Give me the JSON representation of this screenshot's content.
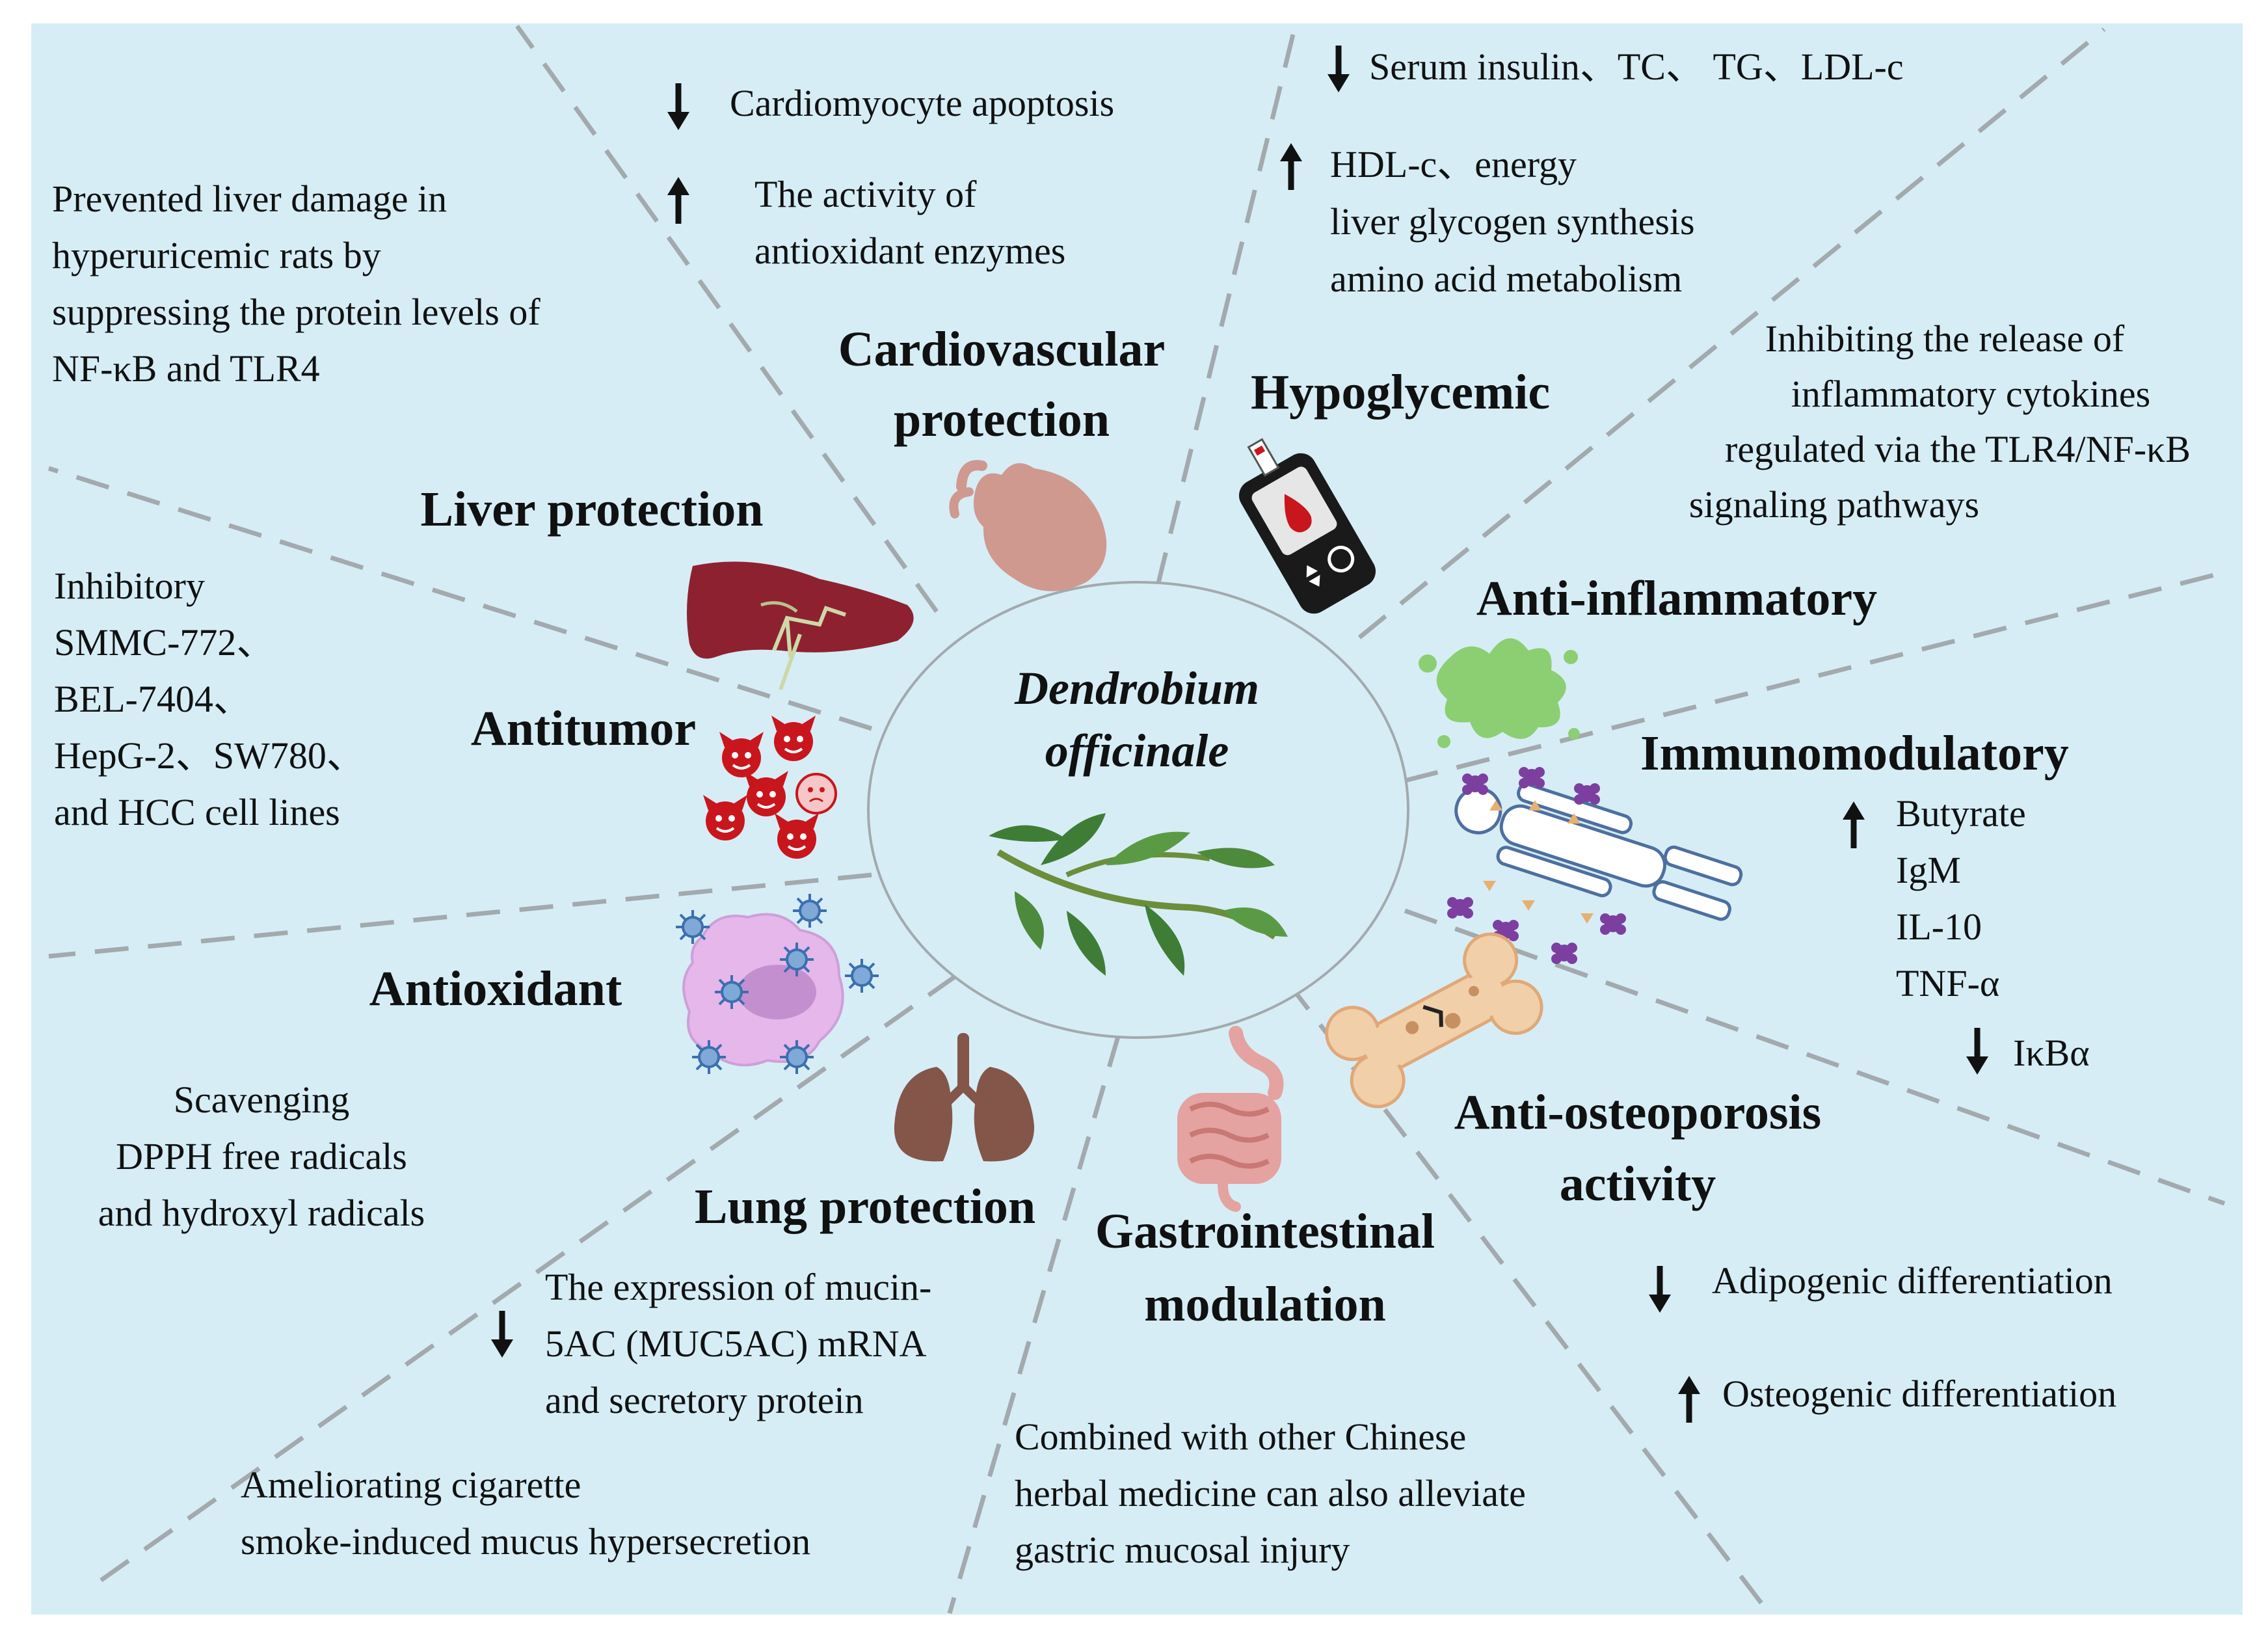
{
  "center": {
    "title_line1": "Dendrobium",
    "title_line2": "officinale"
  },
  "sections": {
    "cardiovascular": {
      "heading_line1": "Cardiovascular",
      "heading_line2": "protection",
      "item1": "Cardiomyocyte apoptosis",
      "item2_line1": "The activity of",
      "item2_line2": "antioxidant enzymes"
    },
    "hypoglycemic": {
      "heading": "Hypoglycemic",
      "item1": "Serum insulin、TC、 TG、LDL-c",
      "item2_line1": "HDL-c、energy",
      "item2_line2": "liver glycogen synthesis",
      "item2_line3": "amino acid metabolism"
    },
    "anti_inflammatory": {
      "heading": "Anti-inflammatory",
      "text_line1": "Inhibiting the release of",
      "text_line2": "inflammatory cytokines",
      "text_line3": "regulated via the TLR4/NF-κB",
      "text_line4": "signaling pathways"
    },
    "immunomodulatory": {
      "heading": "Immunomodulatory",
      "up_items": [
        "Butyrate",
        "IgM",
        "IL-10",
        "TNF-α"
      ],
      "down_item": "IκBα"
    },
    "anti_osteoporosis": {
      "heading_line1": "Anti-osteoporosis",
      "heading_line2": "activity",
      "item1": "Adipogenic differentiation",
      "item2": "Osteogenic differentiation"
    },
    "gastrointestinal": {
      "heading_line1": "Gastrointestinal",
      "heading_line2": "modulation",
      "text_line1": "Combined with other Chinese",
      "text_line2": "herbal medicine can also alleviate",
      "text_line3": "gastric mucosal injury"
    },
    "lung": {
      "heading": "Lung protection",
      "item1_line1": "The expression of mucin-",
      "item1_line2": "5AC (MUC5AC) mRNA",
      "item1_line3": "and secretory protein",
      "text_line1": "Ameliorating cigarette",
      "text_line2": "smoke-induced mucus hypersecretion"
    },
    "antioxidant": {
      "heading": "Antioxidant",
      "text_line1": "Scavenging",
      "text_line2": "DPPH free radicals",
      "text_line3": "and hydroxyl radicals"
    },
    "antitumor": {
      "heading": "Antitumor",
      "text_line1": "Inhibitory",
      "text_line2": "SMMC-772、",
      "text_line3": "BEL-7404、",
      "text_line4": "HepG-2、SW780、",
      "text_line5": "and HCC cell lines"
    },
    "liver": {
      "heading": "Liver protection",
      "text_line1": "Prevented liver damage in",
      "text_line2": "hyperuricemic rats by",
      "text_line3": "suppressing the protein levels of",
      "text_line4": "NF-κB and TLR4"
    }
  },
  "colors": {
    "background": "#d6edf6",
    "spoke": "#a3a9ad",
    "heart": "#cf9990",
    "liver": "#8e2130",
    "tumor": "#c8161c",
    "splat": "#8ccf72",
    "virus": "#7c3fa0",
    "lung": "#835649",
    "intestine": "#e4a3a0",
    "bone": "#f1cfa8",
    "leaf": "#3f7d37"
  },
  "icons": [
    "heart-icon",
    "glucose-meter-icon",
    "inflammation-splat-icon",
    "immune-human-icon",
    "bone-icon",
    "stomach-intestine-icon",
    "lung-icon",
    "antioxidant-cell-icon",
    "tumor-cells-icon",
    "liver-icon",
    "dendrobium-plant-icon"
  ]
}
